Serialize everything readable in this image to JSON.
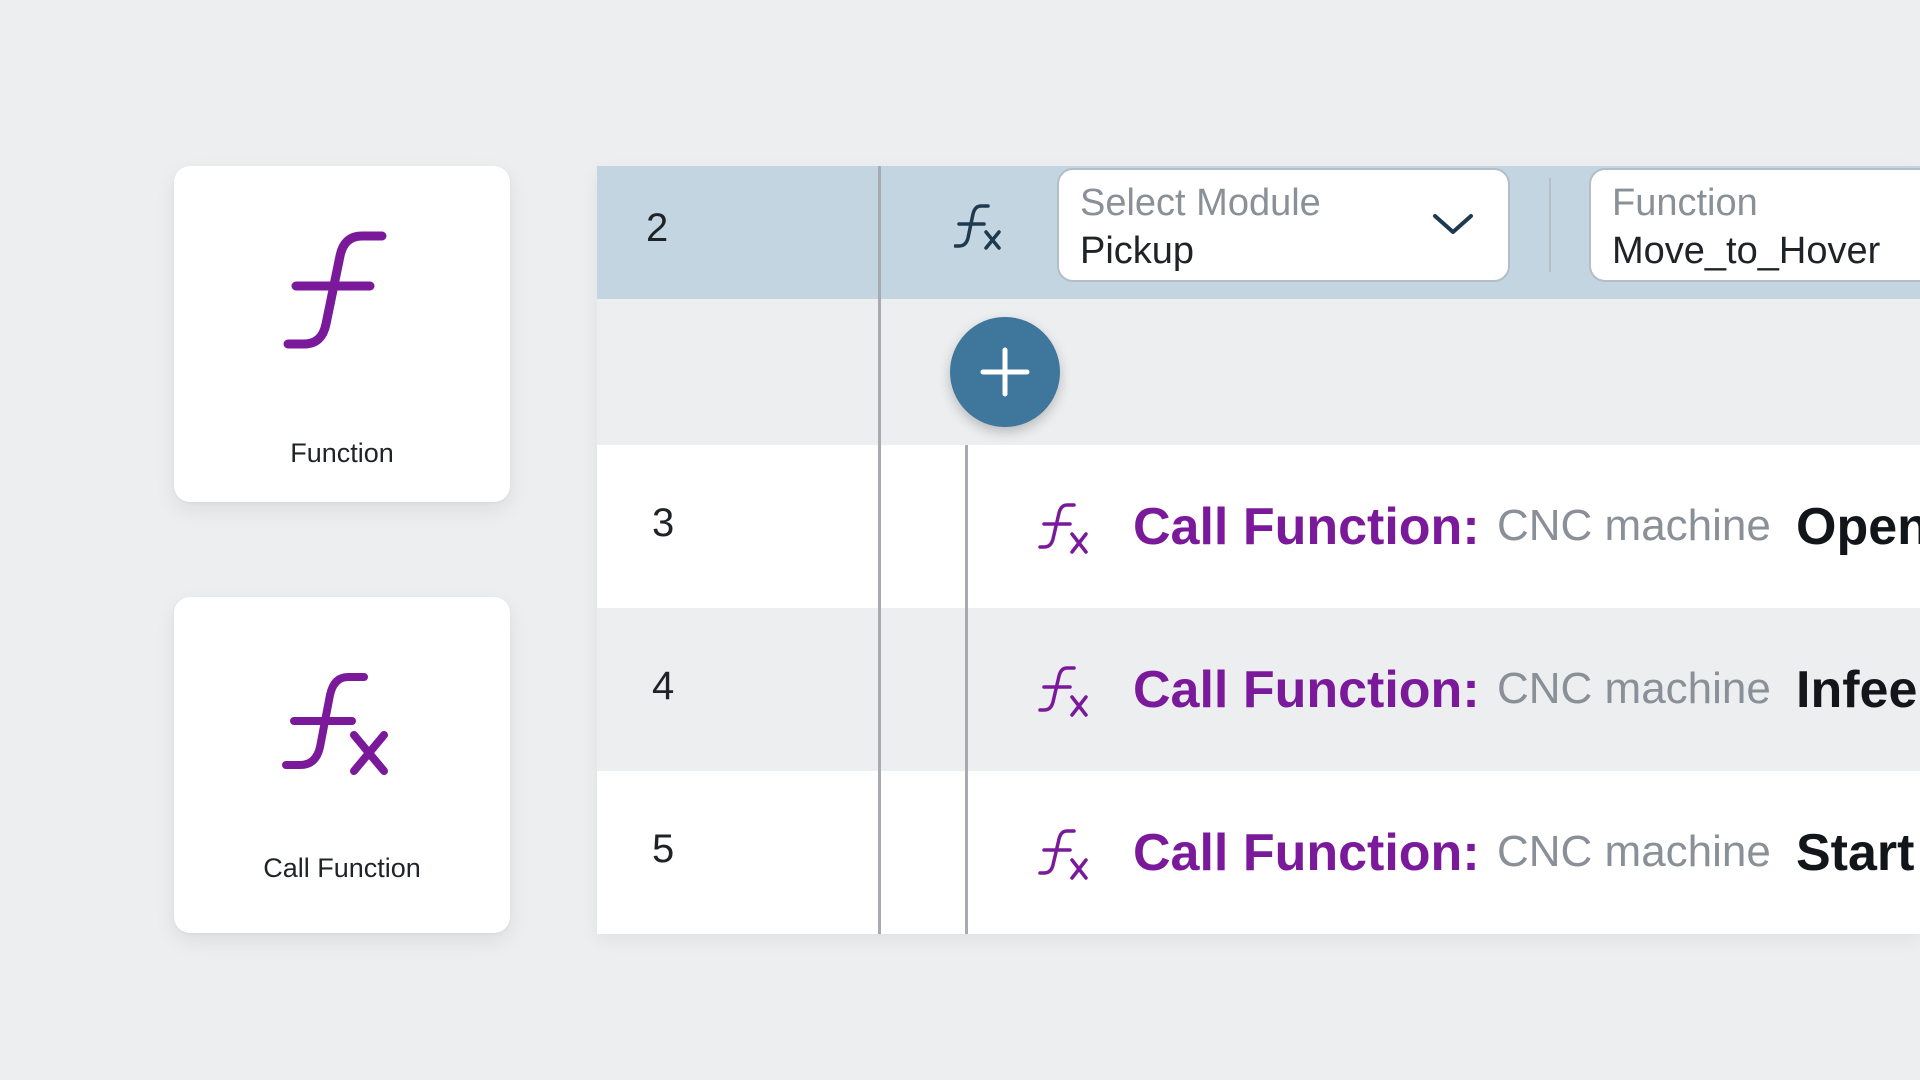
{
  "palette": {
    "function_card": {
      "label": "Function",
      "icon": "function-icon"
    },
    "call_function_card": {
      "label": "Call Function",
      "icon": "call-function-icon"
    }
  },
  "program": {
    "selected_row": {
      "line_number": "2",
      "icon": "call-function-icon",
      "module_field": {
        "label": "Select Module",
        "value": "Pickup",
        "icon": "chevron-down-icon"
      },
      "function_field": {
        "label": "Function",
        "value": "Move_to_Hover"
      }
    },
    "add_button": {
      "icon": "plus-icon"
    },
    "rows": [
      {
        "line_number": "3",
        "label": "Call Function:",
        "module": "CNC machine",
        "function": "Open"
      },
      {
        "line_number": "4",
        "label": "Call Function:",
        "module": "CNC machine",
        "function": "Infee"
      },
      {
        "line_number": "5",
        "label": "Call Function:",
        "module": "CNC machine",
        "function": "Start"
      }
    ]
  },
  "colors": {
    "accent_purple": "#7a1a9a",
    "selected_row_bg": "#c2d5e1",
    "add_button_bg": "#3f769c",
    "page_bg": "#eceef0"
  }
}
